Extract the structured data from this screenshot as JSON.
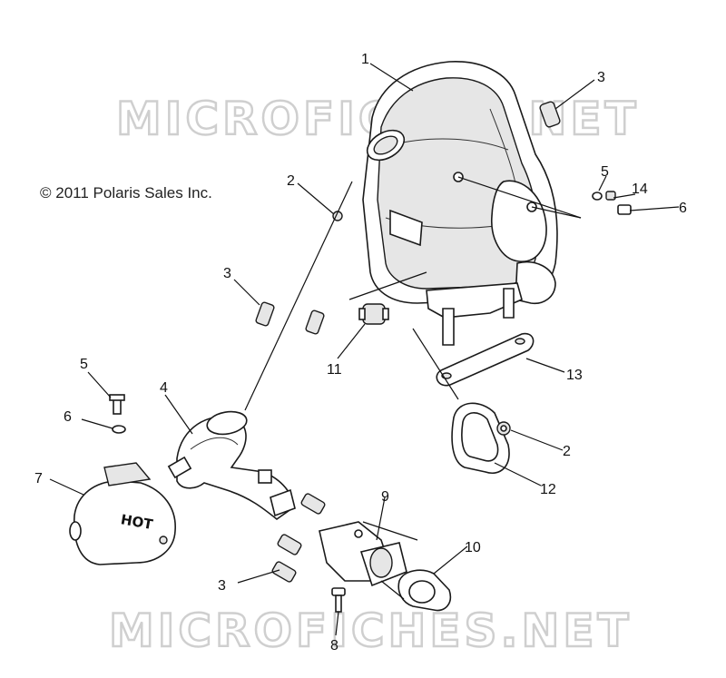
{
  "copyright": "© 2011 Polaris Sales Inc.",
  "watermark": "MICROFICHES.NET",
  "callouts": [
    {
      "id": "c1",
      "text": "1"
    },
    {
      "id": "c3a",
      "text": "3"
    },
    {
      "id": "c2a",
      "text": "2"
    },
    {
      "id": "c5a",
      "text": "5"
    },
    {
      "id": "c14",
      "text": "14"
    },
    {
      "id": "c6a",
      "text": "6"
    },
    {
      "id": "c3b",
      "text": "3"
    },
    {
      "id": "c11",
      "text": "11"
    },
    {
      "id": "c13",
      "text": "13"
    },
    {
      "id": "c5b",
      "text": "5"
    },
    {
      "id": "c4",
      "text": "4"
    },
    {
      "id": "c6b",
      "text": "6"
    },
    {
      "id": "c2b",
      "text": "2"
    },
    {
      "id": "c7",
      "text": "7"
    },
    {
      "id": "c12",
      "text": "12"
    },
    {
      "id": "c9",
      "text": "9"
    },
    {
      "id": "c10",
      "text": "10"
    },
    {
      "id": "c3c",
      "text": "3"
    },
    {
      "id": "c8",
      "text": "8"
    }
  ],
  "heat_shield_text": "HOT"
}
